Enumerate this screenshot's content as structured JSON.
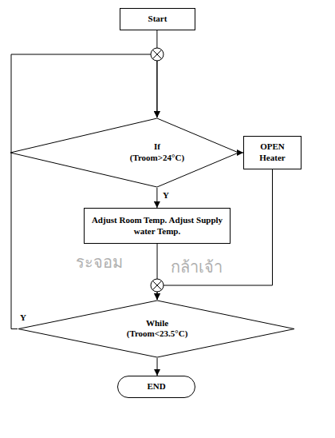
{
  "diagram": {
    "nodes": [
      {
        "text": [
          "Start"
        ]
      },
      {
        "text": [
          "If (Troom>24°C)"
        ]
      },
      {
        "text": [
          "OPEN Heater"
        ]
      },
      {
        "text": [
          "Adjust Room Temp. Adjust Supply water Temp."
        ]
      },
      {
        "text": [
          "While (Troom<23.5°C)"
        ]
      },
      {
        "text": [
          "END"
        ]
      }
    ],
    "edges": [
      {
        "from": 0,
        "to": 1,
        "arrow": "to"
      },
      {
        "from": 1,
        "to": 3,
        "label": "Y",
        "arrow": "to"
      },
      {
        "from": 1,
        "to": 2,
        "arrow": "to"
      },
      {
        "from": 3,
        "to": 4,
        "arrow": "to"
      },
      {
        "from": 2,
        "to": 4,
        "arrow": "to"
      },
      {
        "from": 4,
        "to": 1,
        "label": "Y",
        "arrow": "to"
      },
      {
        "from": 4,
        "to": 5,
        "arrow": "to"
      }
    ],
    "labels": [
      "ระจอม",
      "กล้าเจ้า"
    ]
  }
}
